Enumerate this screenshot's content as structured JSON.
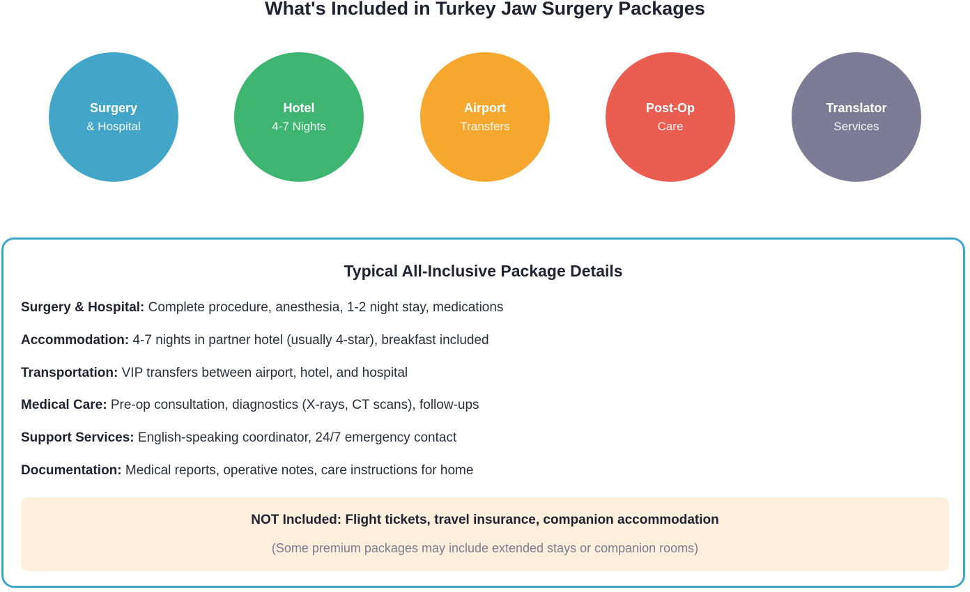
{
  "title": "What's Included in Turkey Jaw Surgery Packages",
  "circles": [
    {
      "title": "Surgery",
      "subtitle": "& Hospital",
      "color": "#43a6c9"
    },
    {
      "title": "Hotel",
      "subtitle": "4-7 Nights",
      "color": "#3eb571"
    },
    {
      "title": "Airport",
      "subtitle": "Transfers",
      "color": "#f5a72e"
    },
    {
      "title": "Post-Op",
      "subtitle": "Care",
      "color": "#ea5e52"
    },
    {
      "title": "Translator",
      "subtitle": "Services",
      "color": "#7c7c96"
    }
  ],
  "details": {
    "title": "Typical All-Inclusive Package Details",
    "border_color": "#3ea6c9",
    "items": [
      {
        "label": "Surgery & Hospital:",
        "text": "Complete procedure, anesthesia, 1-2 night stay, medications"
      },
      {
        "label": "Accommodation:",
        "text": "4-7 nights in partner hotel (usually 4-star), breakfast included"
      },
      {
        "label": "Transportation:",
        "text": "VIP transfers between airport, hotel, and hospital"
      },
      {
        "label": "Medical Care:",
        "text": "Pre-op consultation, diagnostics (X-rays, CT scans), follow-ups"
      },
      {
        "label": "Support Services:",
        "text": "English-speaking coordinator, 24/7 emergency contact"
      },
      {
        "label": "Documentation:",
        "text": "Medical reports, operative notes, care instructions for home"
      }
    ]
  },
  "not_included": {
    "main": "NOT Included: Flight tickets, travel insurance, companion accommodation",
    "note": "(Some premium packages may include extended stays or companion rooms)",
    "background_color": "#fdefdc"
  }
}
